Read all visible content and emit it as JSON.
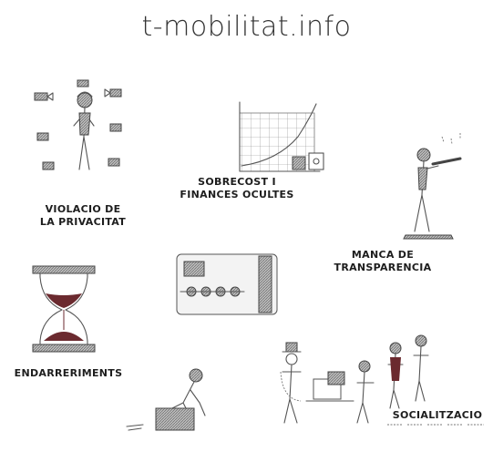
{
  "site": {
    "title": "t-mobilitat.info"
  },
  "labels": {
    "privacy": [
      "VIOLACIO DE",
      "LA PRIVACITAT"
    ],
    "costs": [
      "SOBRECOST I",
      "FINANCES OCULTES"
    ],
    "transparency": [
      "MANCA DE",
      "TRANSPARENCIA"
    ],
    "delays": "ENDARRERIMENTS",
    "socialization": "SOCIALITZACIO"
  },
  "colors": {
    "accent_dark": "#6b2a2f",
    "ink": "#555555"
  }
}
